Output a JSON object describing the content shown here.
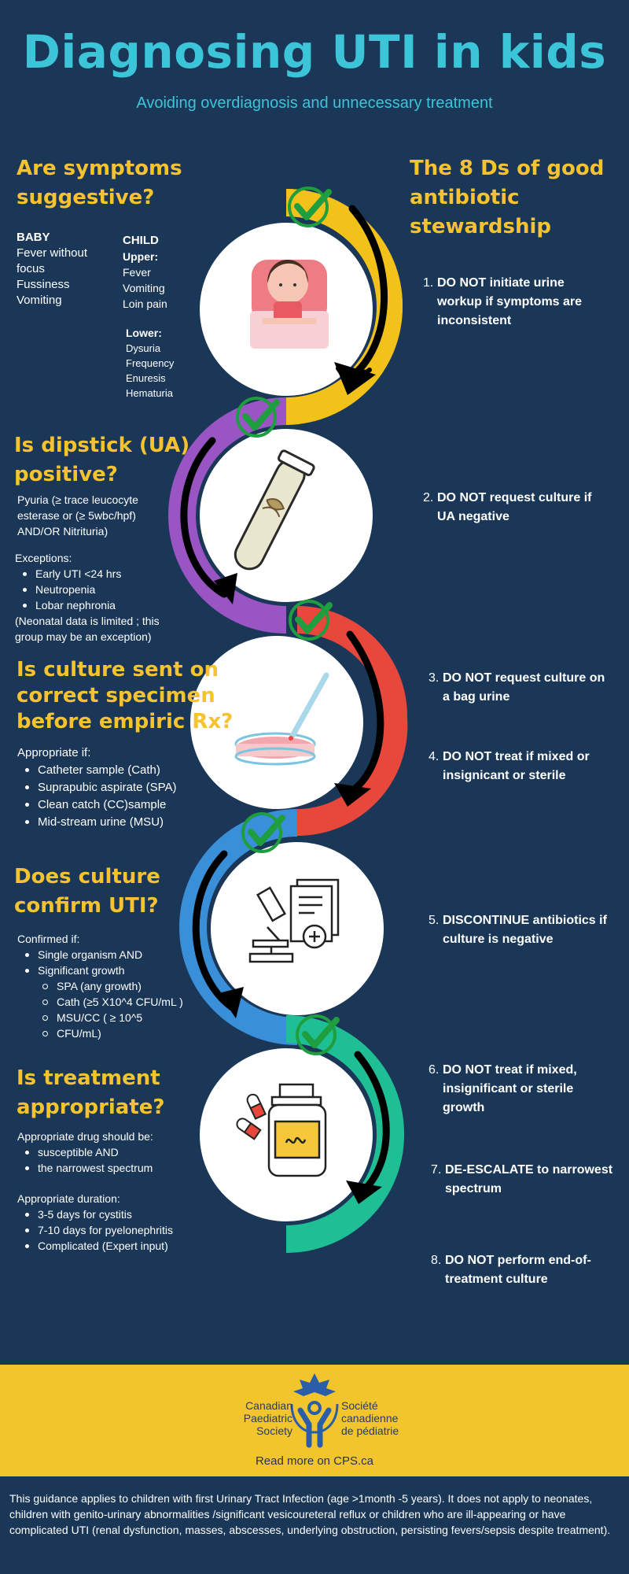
{
  "title": "Diagnosing UTI in kids",
  "subtitle": "Avoiding overdiagnosis and unnecessary treatment",
  "colors": {
    "background": "#1b3758",
    "heading_yellow": "#f5c230",
    "title_cyan": "#3cc4d8",
    "ring_yellow": "#f2c21b",
    "ring_purple": "#9a55c4",
    "ring_red": "#e8473c",
    "ring_blue": "#3a8fd9",
    "ring_teal": "#1fbf95",
    "check_green": "#1e9e3e"
  },
  "step1": {
    "heading_line1": "Are symptoms",
    "heading_line2": "suggestive?",
    "baby_label": "BABY",
    "baby_items": [
      "Fever without",
      "focus",
      "Fussiness",
      "Vomiting"
    ],
    "child_label": "CHILD",
    "upper_label": "Upper:",
    "upper_items": [
      "Fever",
      "Vomiting",
      "Loin pain"
    ],
    "lower_label": "Lower:",
    "lower_items": [
      "Dysuria",
      "Frequency",
      "Enuresis",
      "Hematuria"
    ]
  },
  "right_heading_line1": "The 8 Ds of good",
  "right_heading_line2": "antibiotic stewardship",
  "step2": {
    "heading_line1": "Is dipstick (UA)",
    "heading_line2": "positive?",
    "intro_lines": [
      "Pyuria (≥ trace leucocyte",
      "esterase or (≥ 5wbc/hpf)",
      "AND/OR Nitrituria)"
    ],
    "exceptions_label": "Exceptions:",
    "exceptions": [
      "Early UTI <24 hrs",
      "Neutropenia",
      "Lobar nephronia"
    ],
    "note_lines": [
      "(Neonatal data is  limited ; this",
      "group may be an exception)"
    ]
  },
  "step3": {
    "heading_line1": "Is culture sent on",
    "heading_line2": "correct specimen",
    "heading_line3": "before empiric Rx?",
    "intro": "Appropriate if:",
    "items": [
      "Catheter sample (Cath)",
      "Suprapubic aspirate (SPA)",
      "Clean catch (CC)sample",
      "Mid-stream urine (MSU)"
    ]
  },
  "step4": {
    "heading_line1": "Does culture",
    "heading_line2": "confirm UTI?",
    "intro": "Confirmed if:",
    "items": [
      "Single organism AND",
      "Significant growth"
    ],
    "sub_items": [
      "SPA (any growth)",
      "Cath (≥5 X10^4 CFU/mL )",
      "MSU/CC ( ≥ 10^5",
      "CFU/mL)"
    ]
  },
  "step5": {
    "heading_line1": "Is treatment",
    "heading_line2": "appropriate?",
    "drug_intro": "Appropriate drug should be:",
    "drug_items": [
      "susceptible AND",
      "the narrowest spectrum"
    ],
    "duration_intro": "Appropriate duration:",
    "duration_items": [
      "3-5 days for cystitis",
      "7-10 days  for pyelonephritis",
      "Complicated (Expert input)"
    ]
  },
  "ds": [
    {
      "num": "1.",
      "lines": [
        "DO NOT initiate urine",
        "workup if symptoms are",
        "inconsistent"
      ]
    },
    {
      "num": "2.",
      "lines": [
        "DO NOT request culture if",
        "UA negative"
      ]
    },
    {
      "num": "3.",
      "lines": [
        "DO NOT request culture on",
        "a bag urine"
      ]
    },
    {
      "num": "4.",
      "lines": [
        "DO NOT treat if mixed or",
        "insignicant or sterile"
      ]
    },
    {
      "num": "5.",
      "lines": [
        "DISCONTINUE antibiotics if",
        "culture is negative"
      ]
    },
    {
      "num": "6.",
      "lines": [
        "DO NOT treat if mixed,",
        "insignificant or sterile",
        "growth"
      ]
    },
    {
      "num": "7.",
      "lines": [
        "DE-ESCALATE to narrowest",
        "spectrum"
      ]
    },
    {
      "num": "8.",
      "lines": [
        "DO NOT perform end-of-",
        "treatment culture"
      ]
    }
  ],
  "logo": {
    "en_lines": [
      "Canadian",
      "Paediatric",
      "Society"
    ],
    "fr_lines": [
      "Société",
      "canadienne",
      "de pédiatrie"
    ]
  },
  "readmore": "Read more on CPS.ca",
  "footer": "This guidance applies to children with first Urinary Tract Infection (age >1month -5 years). It does not apply to neonates, children with genito-urinary abnormalities /significant vesicoureteral reflux or children who are ill-appearing or have complicated UTI (renal dysfunction, masses, abscesses, underlying obstruction, persisting fevers/sepsis despite treatment)."
}
